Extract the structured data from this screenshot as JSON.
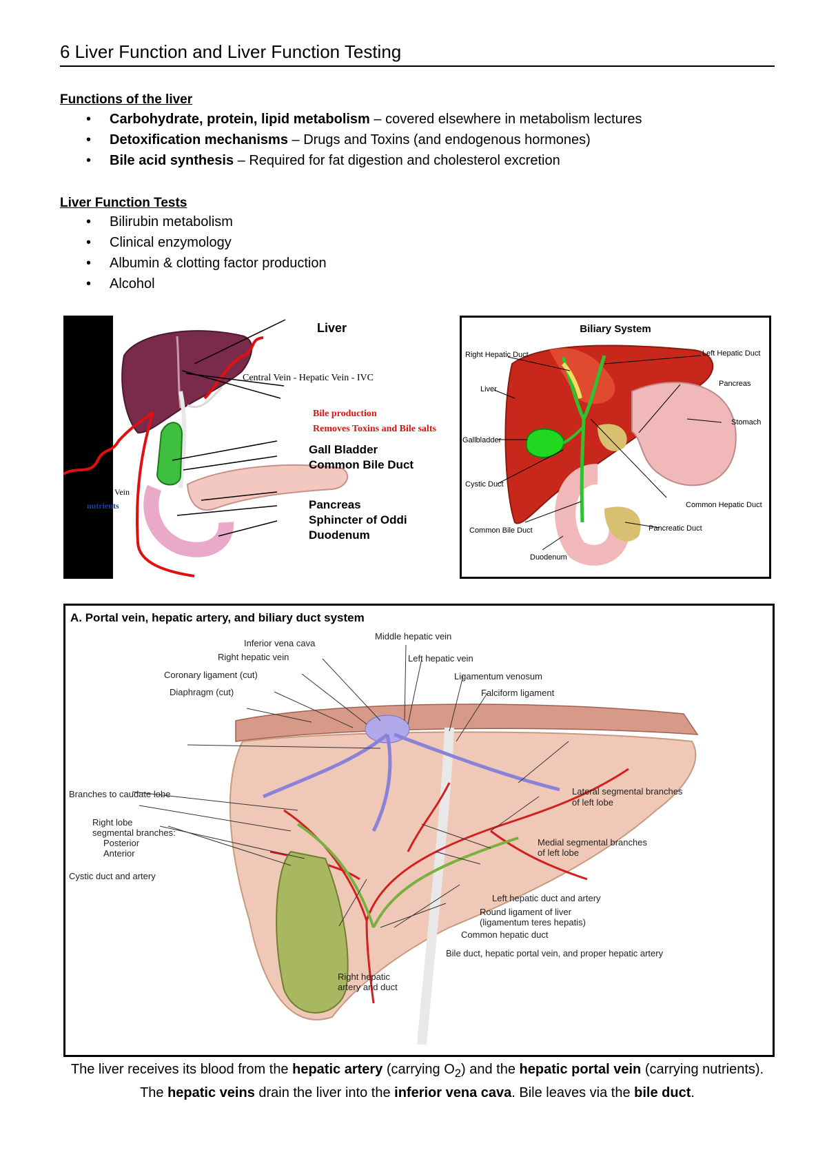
{
  "document": {
    "title": "6 Liver Function and Liver Function Testing",
    "sections": [
      {
        "heading": "Functions of the liver",
        "items": [
          {
            "bold": "Carbohydrate, protein, lipid metabolism",
            "rest": " – covered elsewhere in metabolism lectures"
          },
          {
            "bold": "Detoxification mechanisms",
            "rest": " – Drugs and Toxins (and endogenous hormones)"
          },
          {
            "bold": "Bile acid synthesis",
            "rest": " – Required for fat digestion and cholesterol excretion"
          }
        ]
      },
      {
        "heading": "Liver Function Tests",
        "items": [
          {
            "bold": "",
            "rest": "Bilirubin metabolism"
          },
          {
            "bold": "",
            "rest": "Clinical enzymology"
          },
          {
            "bold": "",
            "rest": "Albumin & clotting factor production"
          },
          {
            "bold": "",
            "rest": "Alcohol"
          }
        ]
      }
    ]
  },
  "figure_left": {
    "labels": {
      "liver": "Liver",
      "central_vein": "Central Vein - Hepatic Vein  - IVC",
      "bile_production": "Bile production",
      "removes_toxins": "Removes Toxins and Bile salts",
      "gall_bladder": "Gall Bladder",
      "common_bile_duct": "Common Bile Duct",
      "pancreas": "Pancreas",
      "sphincter": "Sphincter of Oddi",
      "duodenum": "Duodenum",
      "vein": "Vein",
      "nutrients": "nutrients"
    }
  },
  "figure_right": {
    "title": "Biliary System",
    "labels": {
      "right_hepatic_duct": "Right Hepatic Duct",
      "left_hepatic_duct": "Left Hepatic Duct",
      "liver": "Liver",
      "pancreas": "Pancreas",
      "stomach": "Stomach",
      "gallbladder": "Gallbladder",
      "cystic_duct": "Cystic Duct",
      "common_hepatic_duct": "Common Hepatic Duct",
      "common_bile_duct": "Common Bile Duct",
      "pancreatic_duct": "Pancreatic Duct",
      "duodenum": "Duodenum"
    }
  },
  "figure_bottom": {
    "title": "A. Portal vein, hepatic artery, and biliary duct system",
    "labels": {
      "middle_hepatic_vein": "Middle hepatic vein",
      "inferior_vena_cava": "Inferior vena cava",
      "right_hepatic_vein": "Right hepatic vein",
      "left_hepatic_vein": "Left hepatic vein",
      "coronary_ligament": "Coronary ligament (cut)",
      "ligamentum_venosum": "Ligamentum venosum",
      "diaphragm": "Diaphragm (cut)",
      "falciform": "Falciform ligament",
      "caudate": "Branches to caudate lobe",
      "lateral_seg_1": "Lateral segmental branches",
      "lateral_seg_2": "of left lobe",
      "right_lobe_1": "Right lobe",
      "right_lobe_2": "segmental branches:",
      "posterior": "Posterior",
      "anterior": "Anterior",
      "medial_seg_1": "Medial segmental branches",
      "medial_seg_2": "of left lobe",
      "cystic_duct_artery": "Cystic duct and artery",
      "left_hepatic_duct_artery": "Left hepatic duct and artery",
      "round_ligament_1": "Round ligament of liver",
      "round_ligament_2": "(ligamentum teres hepatis)",
      "common_hepatic_duct": "Common hepatic duct",
      "bile_duct_portal": "Bile duct, hepatic portal vein, and proper hepatic artery",
      "right_hepatic_1": "Right hepatic",
      "right_hepatic_2": "artery and duct"
    }
  },
  "caption": {
    "p1": "The liver receives its blood from the ",
    "b1": "hepatic artery",
    "p2": " (carrying O",
    "sub": "2",
    "p3": ") and the ",
    "b2": "hepatic portal vein",
    "p4": " (carrying nutrients). The ",
    "b3": "hepatic veins",
    "p5": " drain the liver into the ",
    "b4": "inferior vena cava",
    "p6": ". Bile leaves via the ",
    "b5": "bile duct",
    "p7": "."
  },
  "colors": {
    "liver_dark": "#7a2a4a",
    "liver_red": "#c8281c",
    "gallbladder_green": "#3fbf3f",
    "pancreas_pink": "#f2c8c0",
    "vessel_red": "#e01010",
    "duodenum_pink": "#e9a9c9"
  }
}
